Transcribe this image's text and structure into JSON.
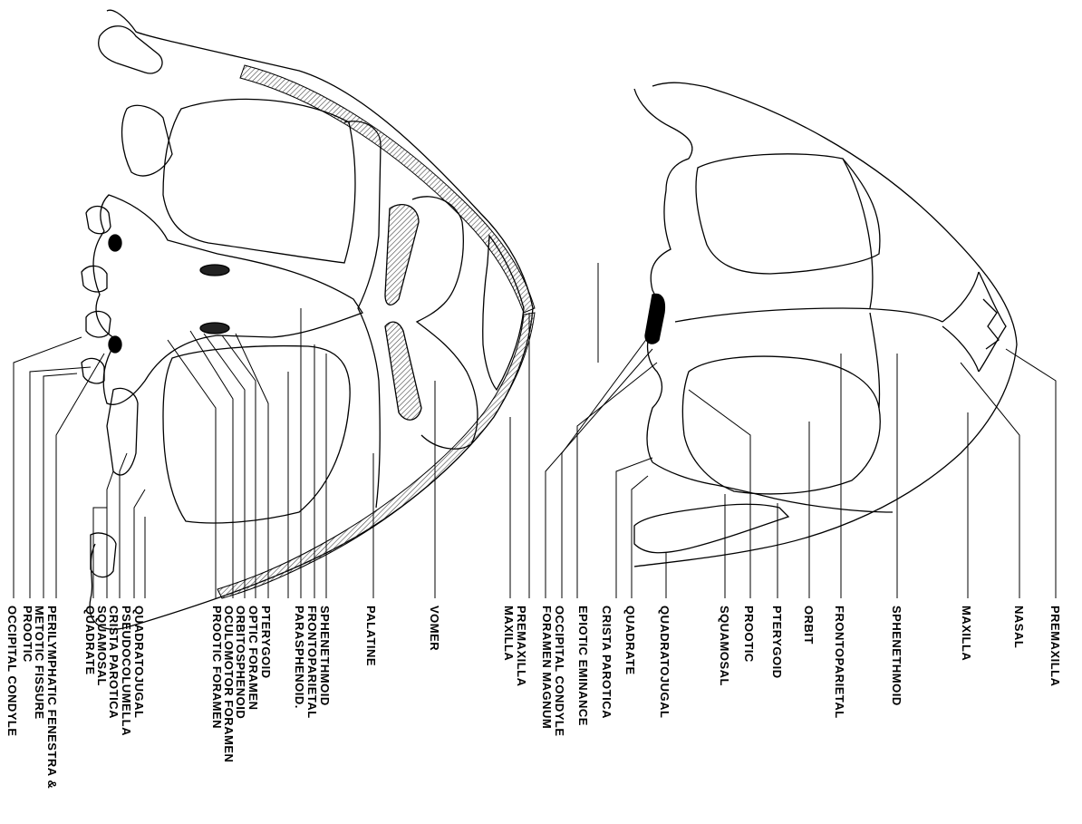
{
  "ventral_view": {
    "labels": [
      {
        "id": "occipital-condyle",
        "text": "OCCIPITAL   CONDYLE"
      },
      {
        "id": "prootic",
        "text": "PROOTIC"
      },
      {
        "id": "metotic-fissure",
        "text": "METOTIC   FISSURE"
      },
      {
        "id": "perilymphatic-fenestra",
        "text": "PERILYMPHATIC FENESTRA &"
      },
      {
        "id": "quadrate",
        "text": "QUADRATE"
      },
      {
        "id": "squamosal",
        "text": "SQUAMOSAL"
      },
      {
        "id": "crista-parotica",
        "text": "CRISTA  PAROTICA"
      },
      {
        "id": "pseudocolumella",
        "text": "PSEUDOCOLUMELLA"
      },
      {
        "id": "quadratojugal",
        "text": "QUADRATOJUGAL"
      },
      {
        "id": "prootic-foramen",
        "text": "PROOTIC   FORAMEN"
      },
      {
        "id": "oculomotor-foramen",
        "text": "OCULOMOTOR   FORAMEN"
      },
      {
        "id": "orbitosphenoid",
        "text": "ORBITOSPHENOID"
      },
      {
        "id": "optic-foramen",
        "text": "OPTIC   FORAMEN"
      },
      {
        "id": "pterygoid",
        "text": "PTERYGOID"
      },
      {
        "id": "parasphenoid",
        "text": "PARASPHENOID."
      },
      {
        "id": "frontoparietal",
        "text": "FRONTOPARIETAL"
      },
      {
        "id": "sphenethmoid",
        "text": "SPHENETHMOID"
      },
      {
        "id": "palatine",
        "text": "PALATINE"
      },
      {
        "id": "vomer",
        "text": "VOMER"
      },
      {
        "id": "maxilla",
        "text": "MAXILLA"
      },
      {
        "id": "premaxilla",
        "text": "PREMAXILLA"
      }
    ]
  },
  "dorsal_view": {
    "labels": [
      {
        "id": "foramen-magnum",
        "text": "FORAMEN   MAGNUM"
      },
      {
        "id": "occipital-condyle",
        "text": "OCCIPITAL   CONDYLE"
      },
      {
        "id": "epiotic-eminance",
        "text": "EPIOTIC  EMINANCE"
      },
      {
        "id": "crista-parotica",
        "text": "CRISTA  PAROTICA"
      },
      {
        "id": "quadrate",
        "text": "QUADRATE"
      },
      {
        "id": "quadratojugal",
        "text": "QUADRATOJUGAL"
      },
      {
        "id": "squamosal",
        "text": "SQUAMOSAL"
      },
      {
        "id": "prootic",
        "text": "PROOTIC"
      },
      {
        "id": "pterygoid",
        "text": "PTERYGOID"
      },
      {
        "id": "orbit",
        "text": "ORBIT"
      },
      {
        "id": "frontoparietal",
        "text": "FRONTOPARIETAL"
      },
      {
        "id": "sphenethmoid",
        "text": "SPHENETHMOID"
      },
      {
        "id": "maxilla",
        "text": "MAXILLA"
      },
      {
        "id": "nasal",
        "text": "NASAL"
      },
      {
        "id": "premaxilla",
        "text": "PREMAXILLA"
      }
    ]
  },
  "colors": {
    "line": "#000000",
    "background": "#ffffff",
    "hatch": "#555555"
  }
}
